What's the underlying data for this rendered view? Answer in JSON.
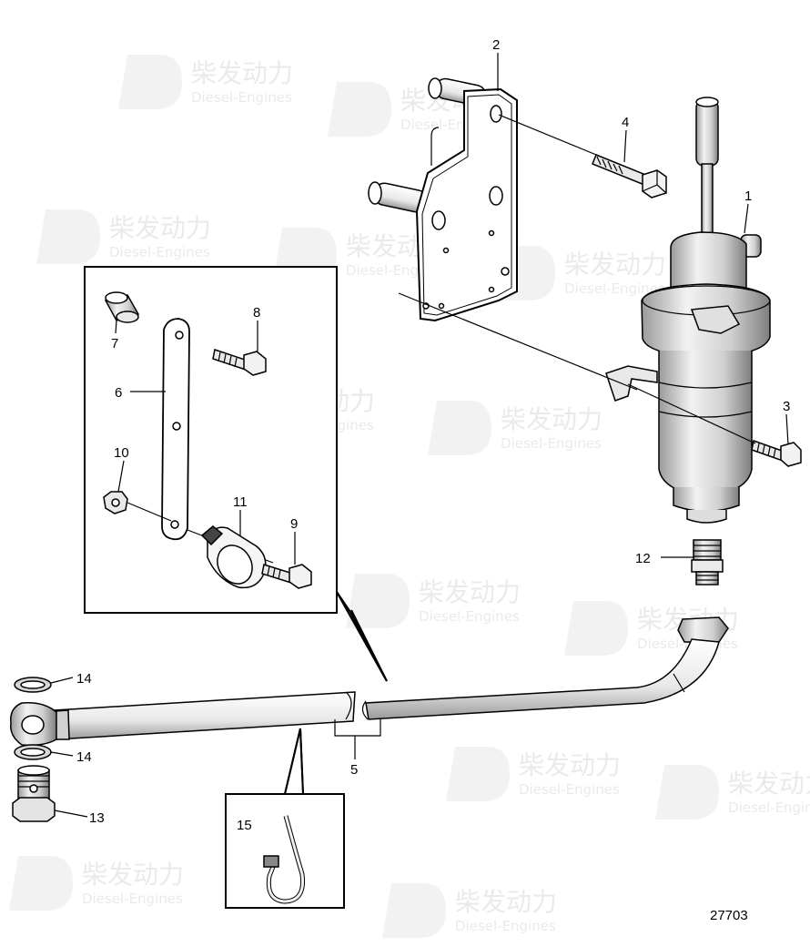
{
  "diagram": {
    "reference_number": "27703",
    "watermark": {
      "brand": "柴发动力",
      "subtitle": "Diesel-Engines"
    },
    "callouts": [
      "1",
      "2",
      "3",
      "4",
      "5",
      "6",
      "7",
      "8",
      "9",
      "10",
      "11",
      "12",
      "13",
      "14",
      "14",
      "15"
    ]
  }
}
